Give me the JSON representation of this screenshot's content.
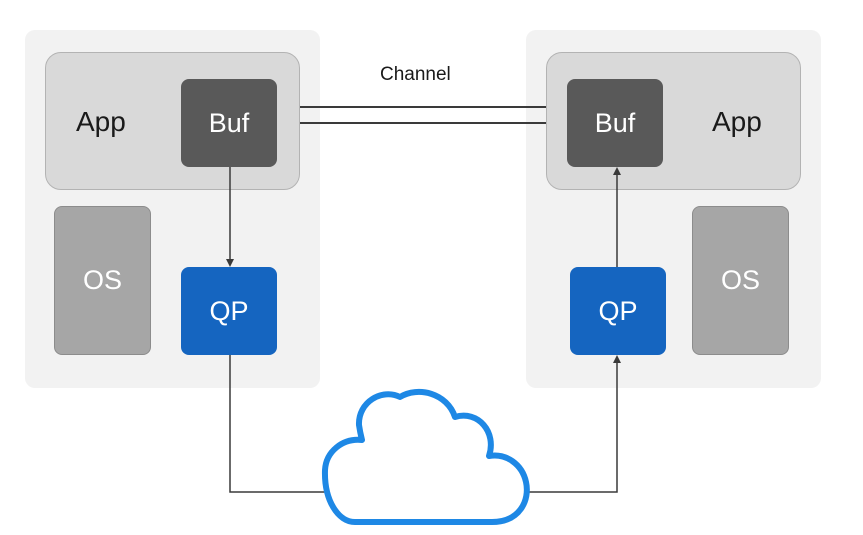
{
  "channel_label": "Channel",
  "left_host": {
    "app_label": "App",
    "buf_label": "Buf",
    "os_label": "OS",
    "qp_label": "QP"
  },
  "right_host": {
    "app_label": "App",
    "buf_label": "Buf",
    "os_label": "OS",
    "qp_label": "QP"
  },
  "colors": {
    "qp": "#1565c0",
    "buf": "#595959",
    "os": "#a6a6a6",
    "app": "#d9d9d9",
    "host": "#f2f2f2",
    "cloud_stroke": "#1e88e5"
  }
}
